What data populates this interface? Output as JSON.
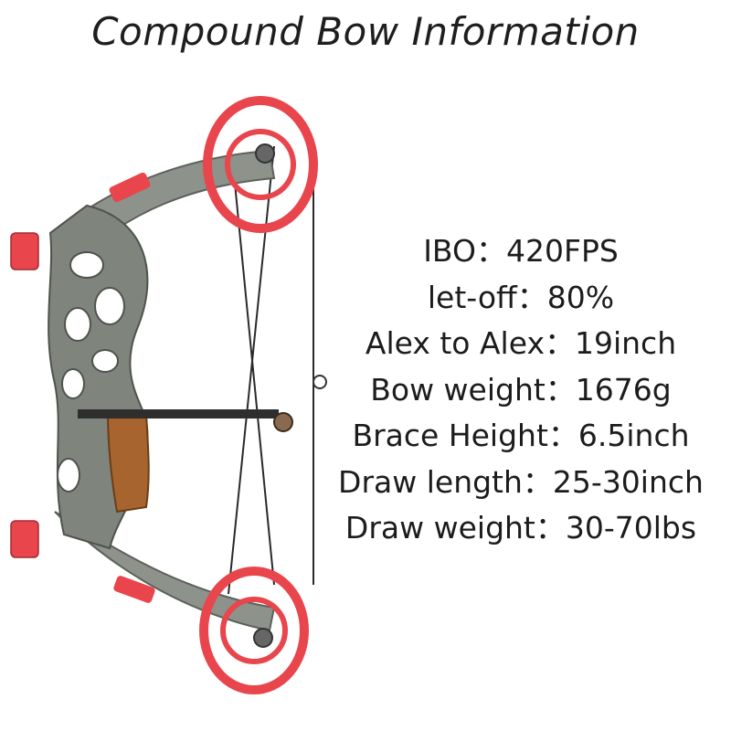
{
  "title": "Compound Bow Information",
  "specs": [
    "IBO：420FPS",
    "let-off：80%",
    "Alex to Alex：19inch",
    "Bow weight：1676g",
    "Brace Height：6.5inch",
    "Draw length：25-30inch",
    "Draw weight：30-70lbs"
  ],
  "colors": {
    "cam_red": "#e8454c",
    "riser_camo": "#8c918a",
    "grip_wood": "#a8642e",
    "string": "#2a2a2a"
  }
}
